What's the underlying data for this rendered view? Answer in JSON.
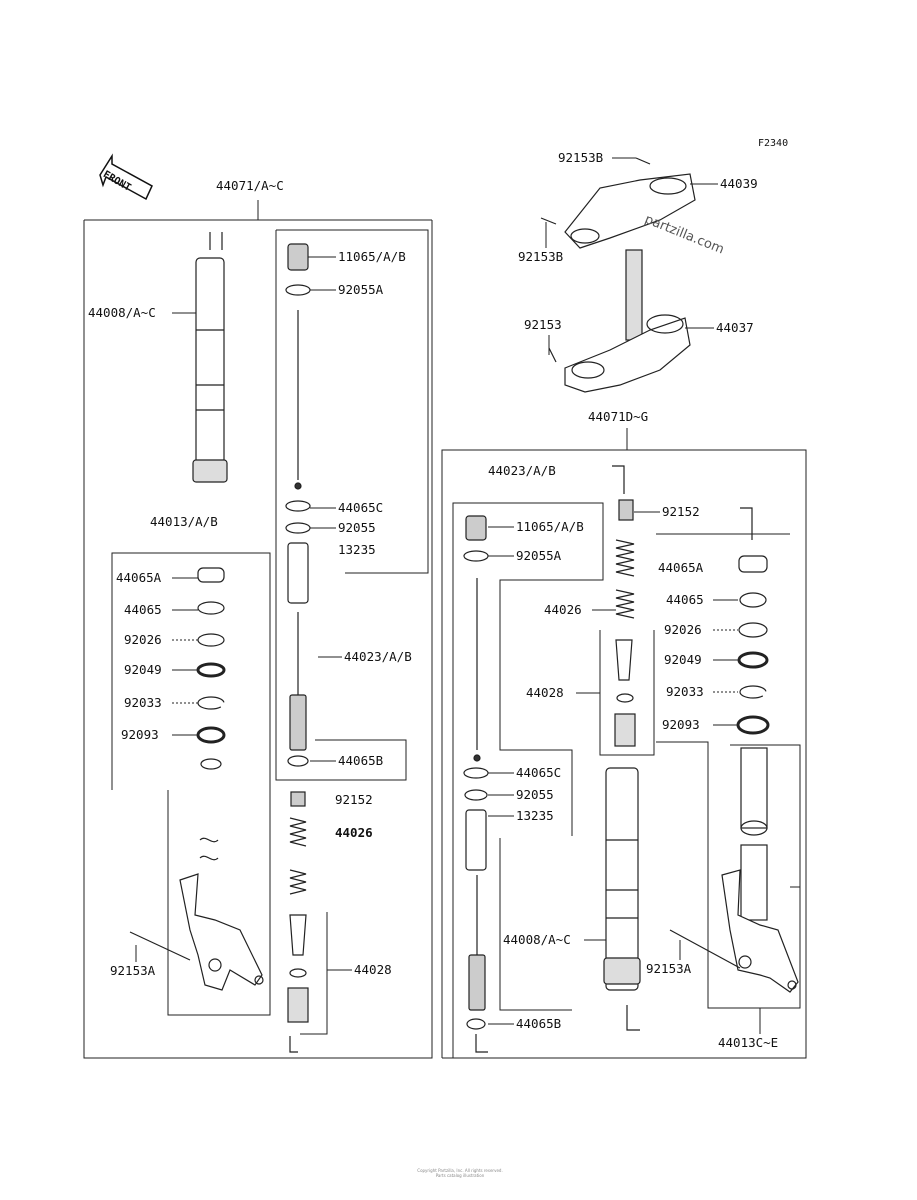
{
  "figure_code": "F2340",
  "front_text": "FRONT",
  "watermark": "partzilla.com",
  "footer_lines": [
    "Copyright Partzilla, Inc. All rights reserved.",
    "Parts catalog illustration"
  ],
  "labels": {
    "l44071ac": "44071/A~C",
    "l44008ac_left": "44008/A~C",
    "l44013ab": "44013/A/B",
    "l11065ab_left": "11065/A/B",
    "l92055a_left": "92055A",
    "l44065c_left": "44065C",
    "l92055_left": "92055",
    "l13235_left": "13235",
    "l44023ab_left": "44023/A/B",
    "l44065b_left": "44065B",
    "l92152_left": "92152",
    "l44026_left": "44026",
    "l44028_left": "44028",
    "l44065a_left": "44065A",
    "l44065_left": "44065",
    "l92026_left": "92026",
    "l92049_left": "92049",
    "l92033_left": "92033",
    "l92093_left": "92093",
    "l92153a_left": "92153A",
    "l92153b_top": "92153B",
    "l44039": "44039",
    "l92153b_mid": "92153B",
    "l92153": "92153",
    "l44037": "44037",
    "l44071dg": "44071D~G",
    "l44023ab_right": "44023/A/B",
    "l11065ab_right": "11065/A/B",
    "l92055a_right": "92055A",
    "l92152_right": "92152",
    "l44065a_right": "44065A",
    "l44065_right": "44065",
    "l92026_right": "92026",
    "l44026_right": "44026",
    "l92049_right": "92049",
    "l44028_right": "44028",
    "l92033_right": "92033",
    "l92093_right": "92093",
    "l44065c_right": "44065C",
    "l92055_right": "92055",
    "l13235_right": "13235",
    "l44008ac_right": "44008/A~C",
    "l92153a_right": "92153A",
    "l44065b_right": "44065B",
    "l44013ce": "44013C~E"
  }
}
